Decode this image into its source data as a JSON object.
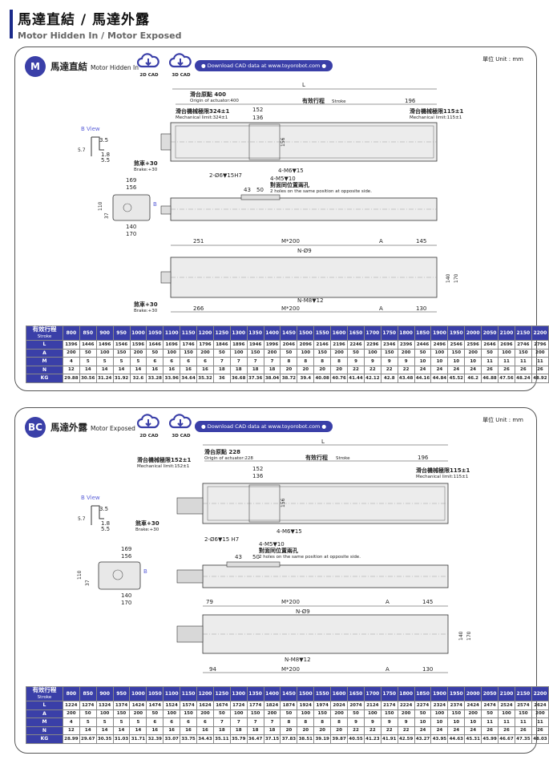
{
  "header": {
    "title": "馬達直結 / 馬達外露",
    "subtitle": "Motor Hidden In / Motor Exposed"
  },
  "common": {
    "unit": "單位 Unit : mm",
    "download": "● Download CAD data at www.toyorobot.com ●",
    "cad2d": "2D CAD",
    "cad3d": "3D CAD"
  },
  "panel_m": {
    "badge": "M",
    "title": "馬達直結",
    "title_en": "Motor Hidden In",
    "labels": {
      "origin": "滑台原點 400",
      "origin_en": "Origin of actuator:400",
      "stroke": "有效行程",
      "stroke_en": "Stroke",
      "L": "L",
      "mech_left": "滑台機械極限324±1",
      "mech_left_en": "Mechanical limit:324±1",
      "mech_right": "滑台機械極限115±1",
      "mech_right_en": "Mechanical limit:115±1",
      "d152": "152",
      "d136": "136",
      "d196": "196",
      "d156": "156",
      "bview": "B View",
      "d57": "5.7",
      "d35": "3.5",
      "d18": "1.8",
      "d55": "5.5",
      "brake": "煞車+30",
      "brake_en": "Brake:+30",
      "holes": "2-Ø6▼15H7",
      "m6": "4-M6▼15",
      "m5": "4-M5▼10",
      "opp": "對面同位置兩孔",
      "opp_en": "2 holes on the same position at opposite side.",
      "d169": "169",
      "d156b": "156",
      "d110": "110",
      "d37": "37",
      "d140": "140",
      "d170": "170",
      "B": "B",
      "d43": "43",
      "d50": "50",
      "d251": "251",
      "m200": "M*200",
      "A": "A",
      "d145": "145",
      "n9": "N-Ø9",
      "d140r": "140",
      "d170r": "170",
      "brake2": "煞車+30",
      "brake2_en": "Brake:+30",
      "d266": "266",
      "m200b": "M*200",
      "Ab": "A",
      "d130": "130",
      "n8": "N-M8▼12"
    },
    "table": {
      "stroke": [
        800,
        850,
        900,
        950,
        1000,
        1050,
        1100,
        1150,
        1200,
        1250,
        1300,
        1350,
        1400,
        1450,
        1500,
        1550,
        1600,
        1650,
        1700,
        1750,
        1800,
        1850,
        1900,
        1950,
        2000,
        2050,
        2100,
        2150,
        2200
      ],
      "rows": [
        {
          "label": "L",
          "values": [
            1396,
            1446,
            1496,
            1546,
            1596,
            1646,
            1696,
            1746,
            1796,
            1846,
            1896,
            1946,
            1996,
            2046,
            2096,
            2146,
            2196,
            2246,
            2296,
            2346,
            2396,
            2446,
            2496,
            2546,
            2596,
            2646,
            2696,
            2746,
            2796
          ]
        },
        {
          "label": "A",
          "values": [
            200,
            50,
            100,
            150,
            200,
            50,
            100,
            150,
            200,
            50,
            100,
            150,
            200,
            50,
            100,
            150,
            200,
            50,
            100,
            150,
            200,
            50,
            100,
            150,
            200,
            50,
            100,
            150,
            200
          ]
        },
        {
          "label": "M",
          "values": [
            4,
            5,
            5,
            5,
            5,
            6,
            6,
            6,
            6,
            7,
            7,
            7,
            7,
            8,
            8,
            8,
            8,
            9,
            9,
            9,
            9,
            10,
            10,
            10,
            10,
            11,
            11,
            11,
            11
          ]
        },
        {
          "label": "N",
          "values": [
            12,
            14,
            14,
            14,
            14,
            16,
            16,
            16,
            16,
            18,
            18,
            18,
            18,
            20,
            20,
            20,
            20,
            22,
            22,
            22,
            22,
            24,
            24,
            24,
            24,
            26,
            26,
            26,
            26
          ]
        },
        {
          "label": "KG",
          "values": [
            "29.88",
            "30.56",
            "31.24",
            "31.92",
            "32.6",
            "33.28",
            "33.96",
            "34.64",
            "35.32",
            "36",
            "36.68",
            "37.36",
            "38.04",
            "38.72",
            "39.4",
            "40.08",
            "40.76",
            "41.44",
            "42.12",
            "42.8",
            "43.48",
            "44.16",
            "44.84",
            "45.52",
            "46.2",
            "46.88",
            "47.56",
            "48.24",
            "48.92"
          ]
        }
      ]
    }
  },
  "panel_bc": {
    "badge": "BC",
    "title": "馬達外露",
    "title_en": "Motor Exposed",
    "labels": {
      "origin": "滑台原點 228",
      "origin_en": "Origin of actuator:228",
      "stroke": "有效行程",
      "stroke_en": "Stroke",
      "L": "L",
      "mech_left": "滑台機械極限152±1",
      "mech_left_en": "Mechanical limit:152±1",
      "mech_right": "滑台機械極限115±1",
      "mech_right_en": "Mechanical limit:115±1",
      "d152": "152",
      "d136": "136",
      "d196": "196",
      "d156": "156",
      "bview": "B View",
      "d57": "5.7",
      "d35": "3.5",
      "d18": "1.8",
      "d55": "5.5",
      "brake": "煞車+30",
      "brake_en": "Brake:+30",
      "holes": "2-Ø6▼15 H7",
      "m6": "4-M6▼15",
      "m5": "4-M5▼10",
      "opp": "對面同位置兩孔",
      "opp_en": "2 holes on the same position at opposite side.",
      "d169": "169",
      "d156b": "156",
      "d110": "110",
      "d37": "37",
      "d140": "140",
      "d170": "170",
      "B": "B",
      "d43": "43",
      "d50": "50",
      "d79": "79",
      "m200": "M*200",
      "A": "A",
      "d145": "145",
      "n9": "N-Ø9",
      "d140r": "140",
      "d170r": "170",
      "d94": "94",
      "m200b": "M*200",
      "Ab": "A",
      "d130": "130",
      "n8": "N-M8▼12"
    },
    "table": {
      "stroke": [
        800,
        850,
        900,
        950,
        1000,
        1050,
        1100,
        1150,
        1200,
        1250,
        1300,
        1350,
        1400,
        1450,
        1500,
        1550,
        1600,
        1650,
        1700,
        1750,
        1800,
        1850,
        1900,
        1950,
        2000,
        2050,
        2100,
        2150,
        2200
      ],
      "rows": [
        {
          "label": "L",
          "values": [
            1224,
            1274,
            1324,
            1374,
            1424,
            1474,
            1524,
            1574,
            1624,
            1674,
            1724,
            1774,
            1824,
            1874,
            1924,
            1974,
            2024,
            2074,
            2124,
            2174,
            2224,
            2274,
            2324,
            2374,
            2424,
            2474,
            2524,
            2574,
            2624
          ]
        },
        {
          "label": "A",
          "values": [
            200,
            50,
            100,
            150,
            200,
            50,
            100,
            150,
            200,
            50,
            100,
            150,
            200,
            50,
            100,
            150,
            200,
            50,
            100,
            150,
            200,
            50,
            100,
            150,
            200,
            50,
            100,
            150,
            200
          ]
        },
        {
          "label": "M",
          "values": [
            4,
            5,
            5,
            5,
            5,
            6,
            6,
            6,
            6,
            7,
            7,
            7,
            7,
            8,
            8,
            8,
            8,
            9,
            9,
            9,
            9,
            10,
            10,
            10,
            10,
            11,
            11,
            11,
            11
          ]
        },
        {
          "label": "N",
          "values": [
            12,
            14,
            14,
            14,
            14,
            16,
            16,
            16,
            16,
            18,
            18,
            18,
            18,
            20,
            20,
            20,
            20,
            22,
            22,
            22,
            22,
            24,
            24,
            24,
            24,
            26,
            26,
            26,
            26
          ]
        },
        {
          "label": "KG",
          "values": [
            "28.99",
            "29.67",
            "30.35",
            "31.03",
            "31.71",
            "32.39",
            "33.07",
            "33.75",
            "34.43",
            "35.11",
            "35.79",
            "36.47",
            "37.15",
            "37.83",
            "38.51",
            "39.19",
            "39.87",
            "40.55",
            "41.23",
            "41.91",
            "42.59",
            "43.27",
            "43.95",
            "44.63",
            "45.31",
            "45.99",
            "46.67",
            "47.35",
            "48.03"
          ]
        }
      ],
      "header_label": "有效行程",
      "header_label_en": "Stroke"
    }
  }
}
